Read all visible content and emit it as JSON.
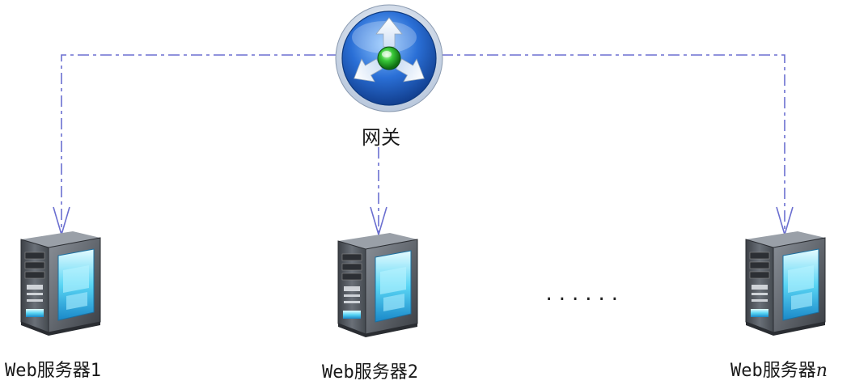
{
  "gateway": {
    "label": "网关",
    "icon": "gateway-router-icon"
  },
  "servers": [
    {
      "label_prefix": "Web服务器",
      "label_suffix": "1",
      "icon": "tower-server-icon"
    },
    {
      "label_prefix": "Web服务器",
      "label_suffix": "2",
      "icon": "tower-server-icon"
    },
    {
      "label_prefix": "Web服务器",
      "label_suffix": "n",
      "icon": "tower-server-icon"
    }
  ],
  "ellipsis": "......",
  "colors": {
    "connector": "#6b6fd0",
    "gateway_blue": "#1e63c8",
    "gateway_center": "#2fbf2f",
    "server_body": "#5a5f66",
    "server_glow": "#35c8f0"
  }
}
